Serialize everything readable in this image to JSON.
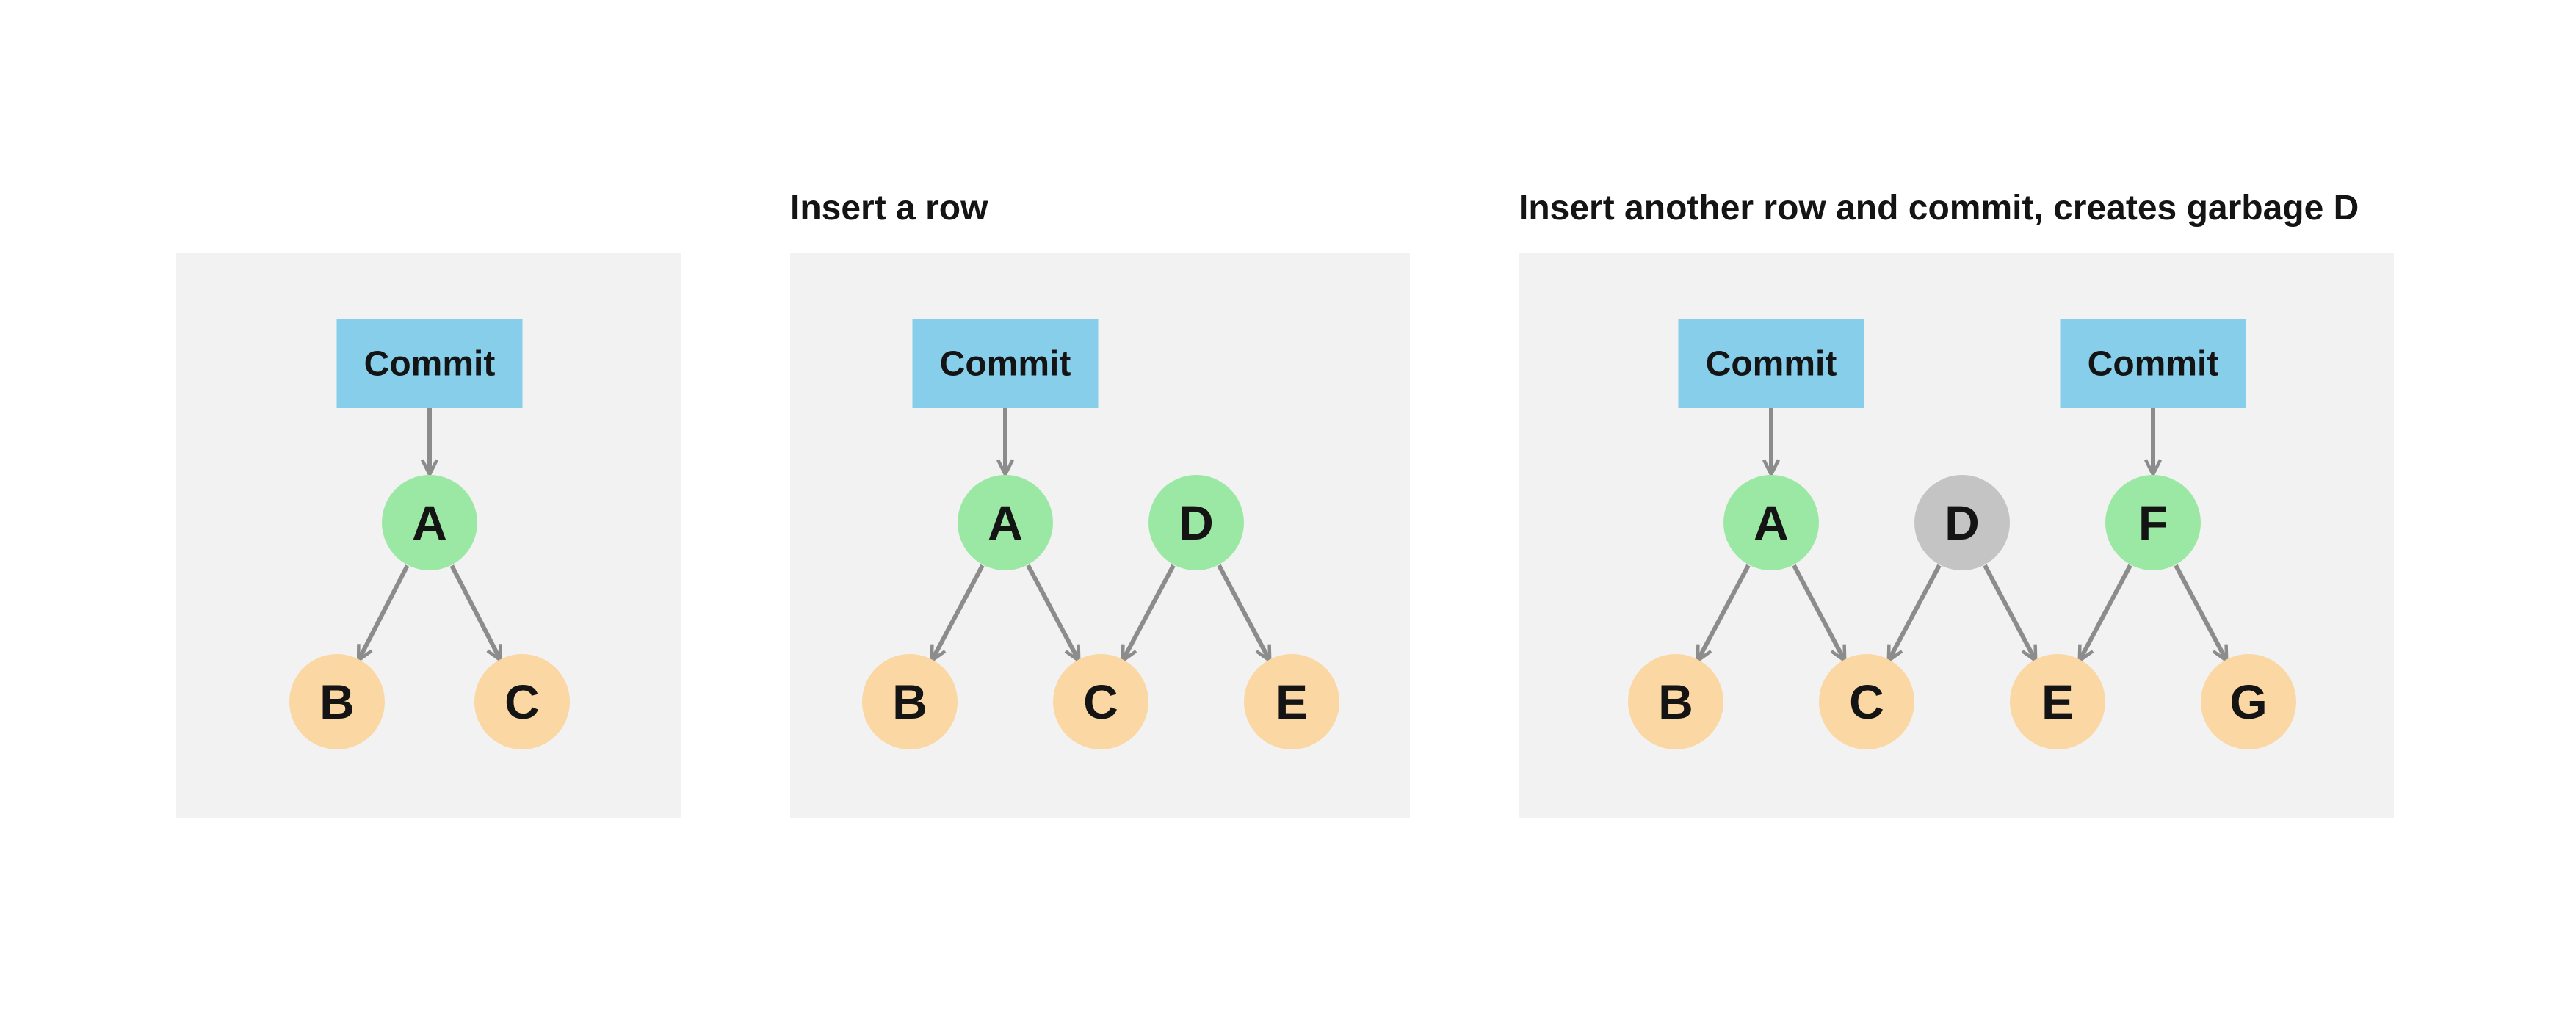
{
  "colors": {
    "page_bg": "#ffffff",
    "panel_bg": "#f2f2f2",
    "commit_box": "#87ceeb",
    "node_green": "#9be8a4",
    "node_orange": "#fad7a3",
    "node_gray": "#c4c4c4",
    "arrow": "#8c8c8c",
    "text": "#141414"
  },
  "panels": [
    {
      "commits": [
        "Commit"
      ],
      "nodes": [
        {
          "id": "A",
          "label": "A",
          "state": "fresh"
        },
        {
          "id": "B",
          "label": "B",
          "state": "leaf"
        },
        {
          "id": "C",
          "label": "C",
          "state": "leaf"
        }
      ],
      "edges": [
        {
          "from": "Commit",
          "to": "A"
        },
        {
          "from": "A",
          "to": "B"
        },
        {
          "from": "A",
          "to": "C"
        }
      ]
    },
    {
      "title": "Insert a row",
      "commits": [
        "Commit"
      ],
      "nodes": [
        {
          "id": "A",
          "label": "A",
          "state": "fresh"
        },
        {
          "id": "D",
          "label": "D",
          "state": "fresh"
        },
        {
          "id": "B",
          "label": "B",
          "state": "leaf"
        },
        {
          "id": "C",
          "label": "C",
          "state": "leaf"
        },
        {
          "id": "E",
          "label": "E",
          "state": "leaf"
        }
      ],
      "edges": [
        {
          "from": "Commit",
          "to": "A"
        },
        {
          "from": "A",
          "to": "B"
        },
        {
          "from": "A",
          "to": "C"
        },
        {
          "from": "D",
          "to": "C"
        },
        {
          "from": "D",
          "to": "E"
        }
      ]
    },
    {
      "title": "Insert another row and commit, creates garbage D",
      "commits": [
        "Commit",
        "Commit"
      ],
      "nodes": [
        {
          "id": "A",
          "label": "A",
          "state": "fresh"
        },
        {
          "id": "D",
          "label": "D",
          "state": "garbage"
        },
        {
          "id": "F",
          "label": "F",
          "state": "fresh"
        },
        {
          "id": "B",
          "label": "B",
          "state": "leaf"
        },
        {
          "id": "C",
          "label": "C",
          "state": "leaf"
        },
        {
          "id": "E",
          "label": "E",
          "state": "leaf"
        },
        {
          "id": "G",
          "label": "G",
          "state": "leaf"
        }
      ],
      "edges": [
        {
          "from": "Commit",
          "to": "A"
        },
        {
          "from": "Commit",
          "to": "F"
        },
        {
          "from": "A",
          "to": "B"
        },
        {
          "from": "A",
          "to": "C"
        },
        {
          "from": "D",
          "to": "C"
        },
        {
          "from": "D",
          "to": "E"
        },
        {
          "from": "F",
          "to": "E"
        },
        {
          "from": "F",
          "to": "G"
        }
      ]
    }
  ]
}
